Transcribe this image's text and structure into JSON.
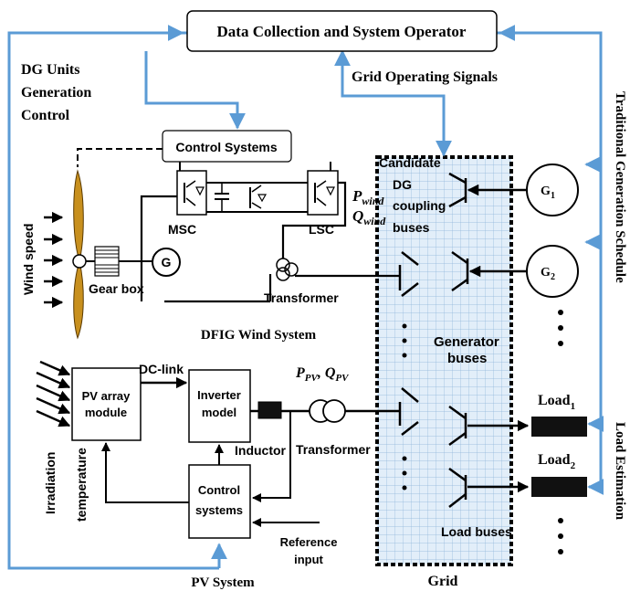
{
  "top_box": {
    "title": "Data Collection and System Operator"
  },
  "left_labels": {
    "dg_line1": "DG Units",
    "dg_line2": "Generation",
    "dg_line3": "Control"
  },
  "grid_signals": "Grid Operating Signals",
  "control_systems_top": "Control Systems",
  "wind": {
    "wind_speed": "Wind speed",
    "gear_box": "Gear box",
    "generator": "G",
    "msc": "MSC",
    "lsc": "LSC",
    "p_wind_main": "P",
    "p_wind_sub": "wind",
    "q_wind_main": "Q",
    "q_wind_sub": "wind",
    "transformer": "Transformer",
    "system_title": "DFIG Wind System"
  },
  "pv": {
    "irradiation": "Irradiation",
    "temperature": "temperature",
    "array_line1": "PV array",
    "array_line2": "module",
    "dc_link": "DC-link",
    "inverter_line1": "Inverter",
    "inverter_line2": "model",
    "inductor": "Inductor",
    "ppv_main": "P",
    "ppv_sub": "PV",
    "sep": ", ",
    "qpv_main": "Q",
    "qpv_sub": "PV",
    "transformer": "Transformer",
    "control_line1": "Control",
    "control_line2": "systems",
    "reference_line1": "Reference",
    "reference_line2": "input",
    "system_title": "PV System"
  },
  "grid": {
    "candidate_line1": "Candidate",
    "candidate_line2": "DG",
    "candidate_line3": "coupling",
    "candidate_line4": "buses",
    "generator_buses_line1": "Generator",
    "generator_buses_line2": "buses",
    "load_buses": "Load buses",
    "title": "Grid"
  },
  "generators": {
    "g1_main": "G",
    "g1_sub": "1",
    "g2_main": "G",
    "g2_sub": "2"
  },
  "loads": {
    "load1_main": "Load",
    "load1_sub": "1",
    "load2_main": "Load",
    "load2_sub": "2"
  },
  "right_labels": {
    "traditional": "Traditional Generation Schedule",
    "load_estimation": "Load Estimation"
  },
  "colors": {
    "blue_line": "#5b9bd5",
    "grid_fill": "#dbe8f4",
    "blade": "#c8901e"
  }
}
